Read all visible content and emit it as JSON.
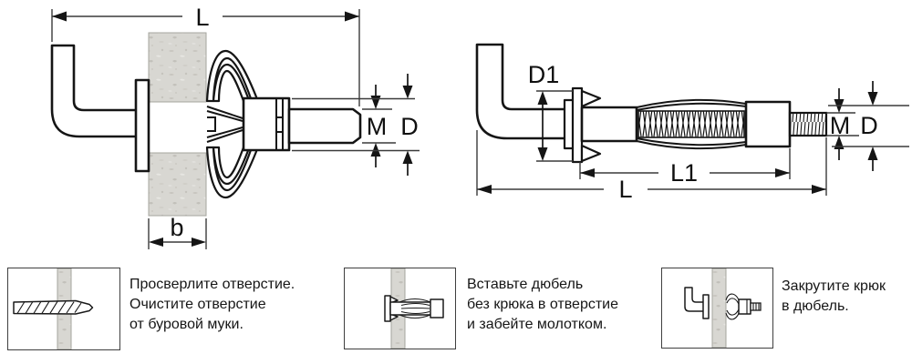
{
  "drawing_installed": {
    "description_labels": {
      "L": "L",
      "M": "M",
      "D": "D",
      "b": "b"
    }
  },
  "drawing_anchor": {
    "description_labels": {
      "D1": "D1",
      "L1": "L1",
      "L": "L",
      "M": "M",
      "D": "D"
    }
  },
  "steps": [
    {
      "icon": "drill-hole-icon",
      "lines": [
        "Просверлите отверстие.",
        "Очистите отверстие",
        "от буровой муки."
      ]
    },
    {
      "icon": "insert-anchor-icon",
      "lines": [
        "Вставьте дюбель",
        "без крюка в отверстие",
        "и забейте молотком."
      ]
    },
    {
      "icon": "screw-hook-icon",
      "lines": [
        "Закрутите крюк",
        "в дюбель."
      ]
    }
  ],
  "colors": {
    "line": "#151515",
    "dimension_line": "#3a3a3a",
    "wall_fill": "#d8d7d2",
    "wall_speckle_dark": "#c4c2bc",
    "wall_speckle_light": "#e7e6e2",
    "background": "#ffffff",
    "box_border": "#3f3f3f"
  }
}
